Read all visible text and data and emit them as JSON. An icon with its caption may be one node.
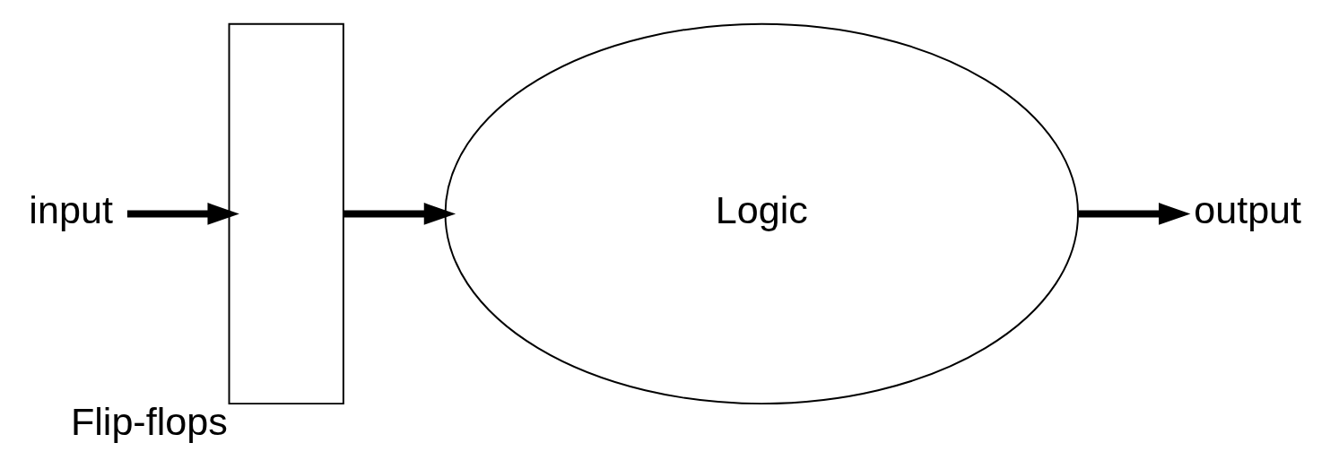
{
  "diagram": {
    "nodes": [
      {
        "text": [
          "input"
        ]
      },
      {
        "text": [],
        "shape": "bar",
        "beside": [
          "Flip-flops"
        ]
      },
      {
        "text": [
          "Logic"
        ]
      },
      {
        "text": [
          "output"
        ]
      }
    ],
    "edges": [
      {
        "from": 0,
        "to": 1,
        "arrow": "to"
      },
      {
        "from": 1,
        "to": 2,
        "arrow": "to"
      },
      {
        "from": 2,
        "to": 3,
        "arrow": "to"
      }
    ]
  }
}
